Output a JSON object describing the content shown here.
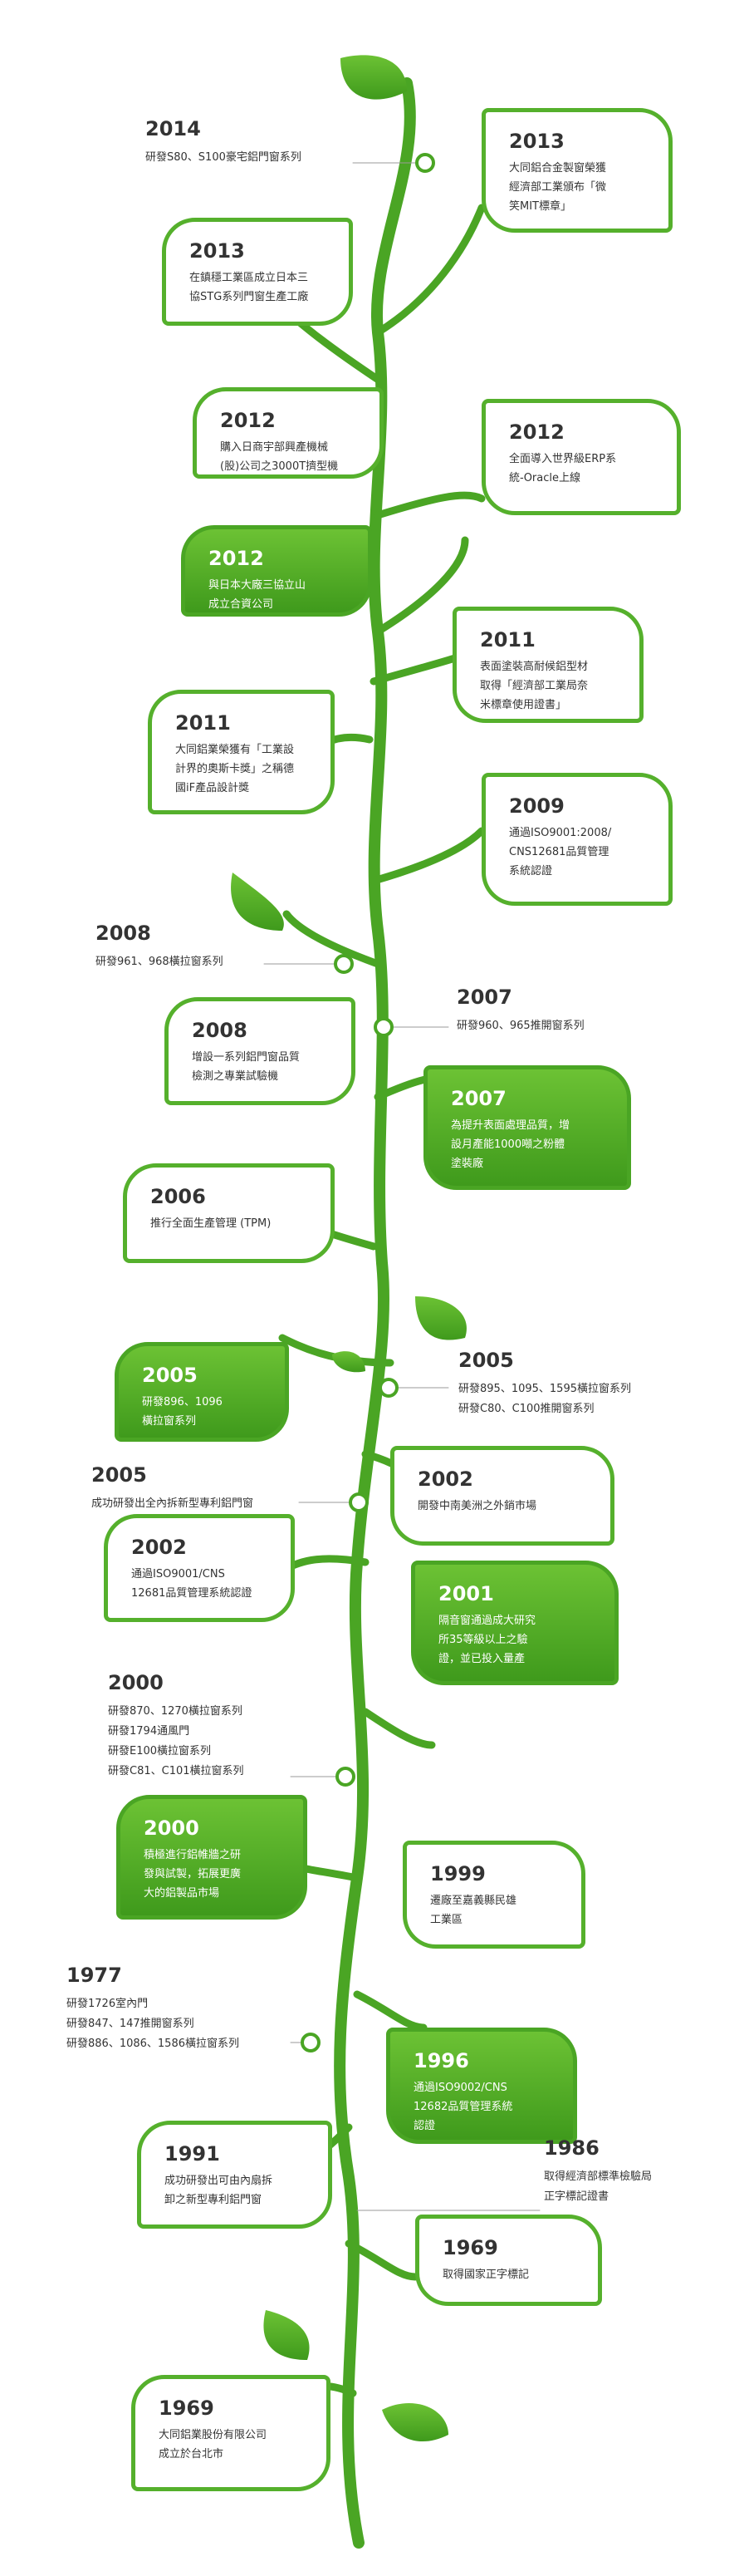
{
  "colors": {
    "vine": "#4aa524",
    "box_border": "#55b02c",
    "fill_light": "#6cc234",
    "fill_dark": "#3f9a1c",
    "text": "#333333"
  },
  "events": [
    {
      "id": "e2014",
      "year": "2014",
      "text": "研發S80、S100豪宅鋁門窗系列"
    },
    {
      "id": "e2013a",
      "year": "2013",
      "text": "大同鋁合金製窗榮獲\n經濟部工業頒布「微\n笑MIT標章」"
    },
    {
      "id": "e2013b",
      "year": "2013",
      "text": "在鎮穩工業區成立日本三\n協STG系列門窗生產工廠"
    },
    {
      "id": "e2012a",
      "year": "2012",
      "text": "購入日商宇部興產機械\n(股)公司之3000T擠型機"
    },
    {
      "id": "e2012b",
      "year": "2012",
      "text": "全面導入世界級ERP系\n統-Oracle上線"
    },
    {
      "id": "e2012c",
      "year": "2012",
      "text": "與日本大廠三協立山\n成立合資公司"
    },
    {
      "id": "e2011a",
      "year": "2011",
      "text": "表面塗裝高耐候鋁型材\n取得「經濟部工業局奈\n米標章使用證書」"
    },
    {
      "id": "e2011b",
      "year": "2011",
      "text": "大同鋁業榮獲有「工業設\n計界的奧斯卡獎」之稱德\n國iF產品設計獎"
    },
    {
      "id": "e2009",
      "year": "2009",
      "text": "通過ISO9001:2008/\nCNS12681品質管理\n系統認證"
    },
    {
      "id": "e2008a",
      "year": "2008",
      "text": "研發961、968橫拉窗系列"
    },
    {
      "id": "e2007a",
      "year": "2007",
      "text": "研發960、965推開窗系列"
    },
    {
      "id": "e2008b",
      "year": "2008",
      "text": "增設一系列鋁門窗品質\n檢測之專業試驗機"
    },
    {
      "id": "e2007b",
      "year": "2007",
      "text": "為提升表面處理品質，增\n設月產能1000噸之粉體\n塗裝廠"
    },
    {
      "id": "e2006",
      "year": "2006",
      "text": "推行全面生產管理 (TPM)"
    },
    {
      "id": "e2005a",
      "year": "2005",
      "text": "研發895、1095、1595橫拉窗系列\n研發C80、C100推開窗系列"
    },
    {
      "id": "e2005b",
      "year": "2005",
      "text": "研發896、1096\n橫拉窗系列"
    },
    {
      "id": "e2005c",
      "year": "2005",
      "text": "成功研發出全內拆新型專利鋁門窗"
    },
    {
      "id": "e2002a",
      "year": "2002",
      "text": "開發中南美洲之外銷市場"
    },
    {
      "id": "e2002b",
      "year": "2002",
      "text": "通過ISO9001/CNS\n12681品質管理系統認證"
    },
    {
      "id": "e2001",
      "year": "2001",
      "text": "隔音窗通過成大研究\n所35等級以上之驗\n證，並已投入量產"
    },
    {
      "id": "e2000a",
      "year": "2000",
      "text": "研發870、1270橫拉窗系列\n研發1794通風門\n研發E100橫拉窗系列\n研發C81、C101橫拉窗系列"
    },
    {
      "id": "e2000b",
      "year": "2000",
      "text": "積極進行鋁帷牆之研\n發與試製，拓展更廣\n大的鋁製品市場"
    },
    {
      "id": "e1999",
      "year": "1999",
      "text": "遷廠至嘉義縣民雄\n工業區"
    },
    {
      "id": "e1977",
      "year": "1977",
      "text": "研發1726室內門\n研發847、147推開窗系列\n研發886、1086、1586橫拉窗系列"
    },
    {
      "id": "e1996",
      "year": "1996",
      "text": "通過ISO9002/CNS\n12682品質管理系統\n認證"
    },
    {
      "id": "e1991",
      "year": "1991",
      "text": "成功研發出可由內扇拆\n卸之新型專利鋁門窗"
    },
    {
      "id": "e1986",
      "year": "1986",
      "text": "取得經濟部標準檢驗局\n正字標記證書"
    },
    {
      "id": "e1969a",
      "year": "1969",
      "text": "取得國家正字標記"
    },
    {
      "id": "e1969b",
      "year": "1969",
      "text": "大同鋁業股份有限公司\n成立於台北市"
    }
  ]
}
